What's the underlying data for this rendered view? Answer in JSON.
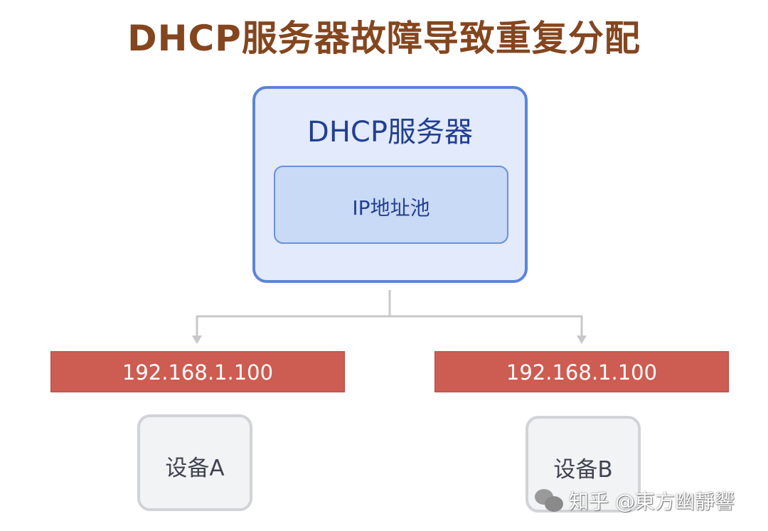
{
  "title": "DHCP服务器故障导致重复分配",
  "server": {
    "label": "DHCP服务器",
    "pool_label": "IP地址池"
  },
  "assignments": [
    {
      "ip": "192.168.1.100",
      "device": "设备A"
    },
    {
      "ip": "192.168.1.100",
      "device": "设备B"
    }
  ],
  "watermark": {
    "icon": "wechat-icon",
    "text": "知乎 @東方幽靜響"
  },
  "colors": {
    "title": "#84461f",
    "server_border": "#5b84d9",
    "server_bg": "#e2eafb",
    "pool_bg": "#c9daf6",
    "ip_bar": "#cd5c52",
    "device_bg": "#f2f3f5",
    "connector": "#c8c8c8"
  }
}
